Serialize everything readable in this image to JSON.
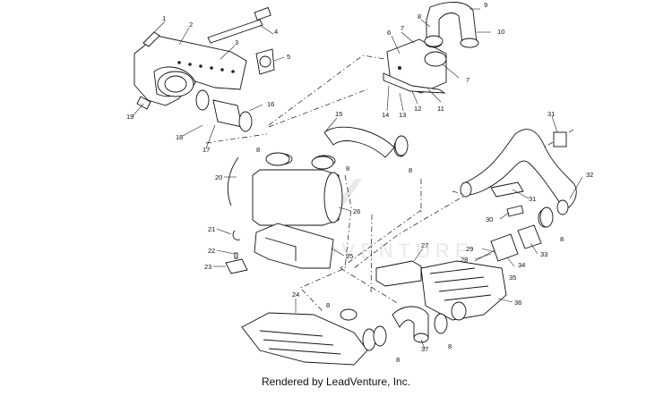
{
  "footer": {
    "text": "Rendered by LeadVenture, Inc."
  },
  "watermark": {
    "text": "LEADVENTURE"
  },
  "callouts": [
    "1",
    "2",
    "3",
    "4",
    "5",
    "6",
    "7",
    "7",
    "8",
    "8",
    "8",
    "8",
    "8",
    "8",
    "8",
    "8",
    "9",
    "10",
    "11",
    "12",
    "13",
    "14",
    "15",
    "16",
    "17",
    "18",
    "19",
    "20",
    "21",
    "22",
    "23",
    "24",
    "25",
    "26",
    "27",
    "28",
    "29",
    "30",
    "31",
    "31",
    "32",
    "33",
    "34",
    "35",
    "36",
    "37"
  ]
}
